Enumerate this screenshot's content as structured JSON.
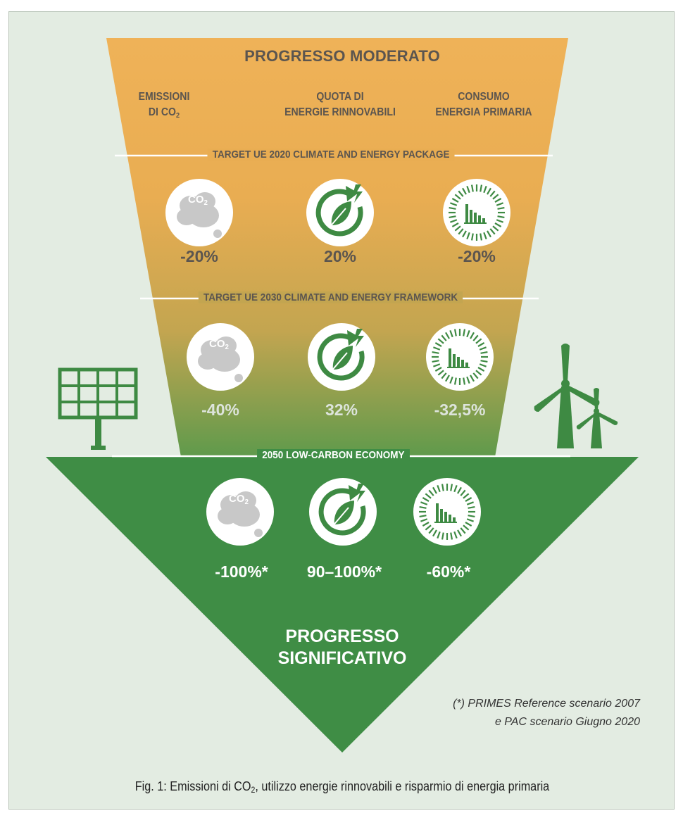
{
  "header": {
    "title": "PROGRESSO MODERATO",
    "columns": [
      {
        "line1": "EMISSIONI",
        "line2": "DI CO",
        "sub": "2"
      },
      {
        "line1": "QUOTA DI",
        "line2": "ENERGIE RINNOVABILI",
        "sub": ""
      },
      {
        "line1": "CONSUMO",
        "line2": "ENERGIA PRIMARIA",
        "sub": ""
      }
    ]
  },
  "tiers": [
    {
      "label": "TARGET UE 2020 CLIMATE AND ENERGY PACKAGE",
      "values": [
        "-20%",
        "20%",
        "-20%"
      ]
    },
    {
      "label": "TARGET UE 2030 CLIMATE AND ENERGY FRAMEWORK",
      "values": [
        "-40%",
        "32%",
        "-32,5%"
      ]
    },
    {
      "label": "2050 LOW-CARBON ECONOMY",
      "values": [
        "-100%*",
        "90–100%*",
        "-60%*"
      ]
    }
  ],
  "icons": {
    "co2_text": "CO",
    "co2_sub": "2",
    "names": [
      "co2-cloud-icon",
      "renewable-leaf-icon",
      "energy-consumption-icon",
      "solar-panel-icon",
      "wind-turbine-icon"
    ]
  },
  "footer": {
    "title_line1": "PROGRESSO",
    "title_line2": "SIGNIFICATIVO",
    "note_line1": "(*) PRIMES Reference scenario 2007",
    "note_line2": "e PAC scenario Giugno 2020",
    "caption_pre": "Fig. 1: Emissioni di CO",
    "caption_sub": "2",
    "caption_post": ", utilizzo energie rinnovabili e risparmio di energia primaria"
  },
  "colors": {
    "funnel_top": "#efb258",
    "funnel_mid": "#b6a24e",
    "funnel_low": "#5f9a4c",
    "triangle": "#3f8d45",
    "icon_green": "#3e8a43",
    "cloud_grey": "#c8c8c8",
    "background": "#e3ece2"
  }
}
